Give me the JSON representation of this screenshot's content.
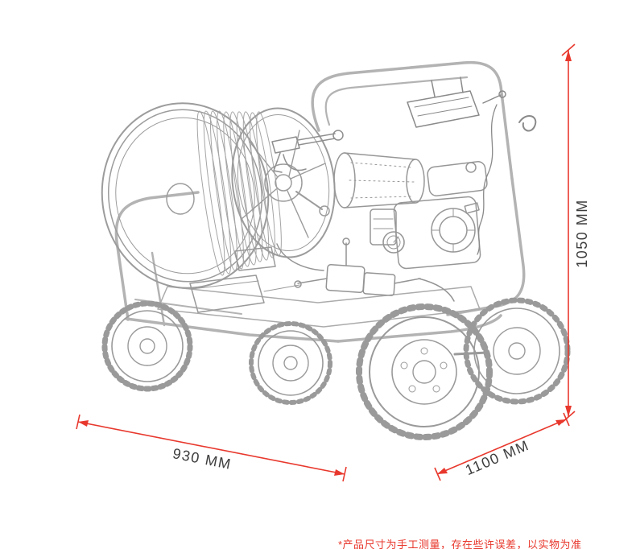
{
  "page": {
    "background": "#ffffff"
  },
  "diagram": {
    "type": "product-dimension-sketch",
    "subject": "high-pressure washer line drawing (hose reel, engine, four wheels, tubular frame)",
    "dimensions": {
      "height_label": "1050 MM",
      "width_label": "930 MM",
      "depth_label": "1100 MM"
    },
    "footnote": "*产品尺寸为手工测量，存在些许误差，以实物为准",
    "colors": {
      "dimension_line": "#e8382d",
      "dimension_text": "#3d3d3d",
      "footnote_text": "#e8382d",
      "sketch_stroke": "#9b9b9b"
    }
  }
}
